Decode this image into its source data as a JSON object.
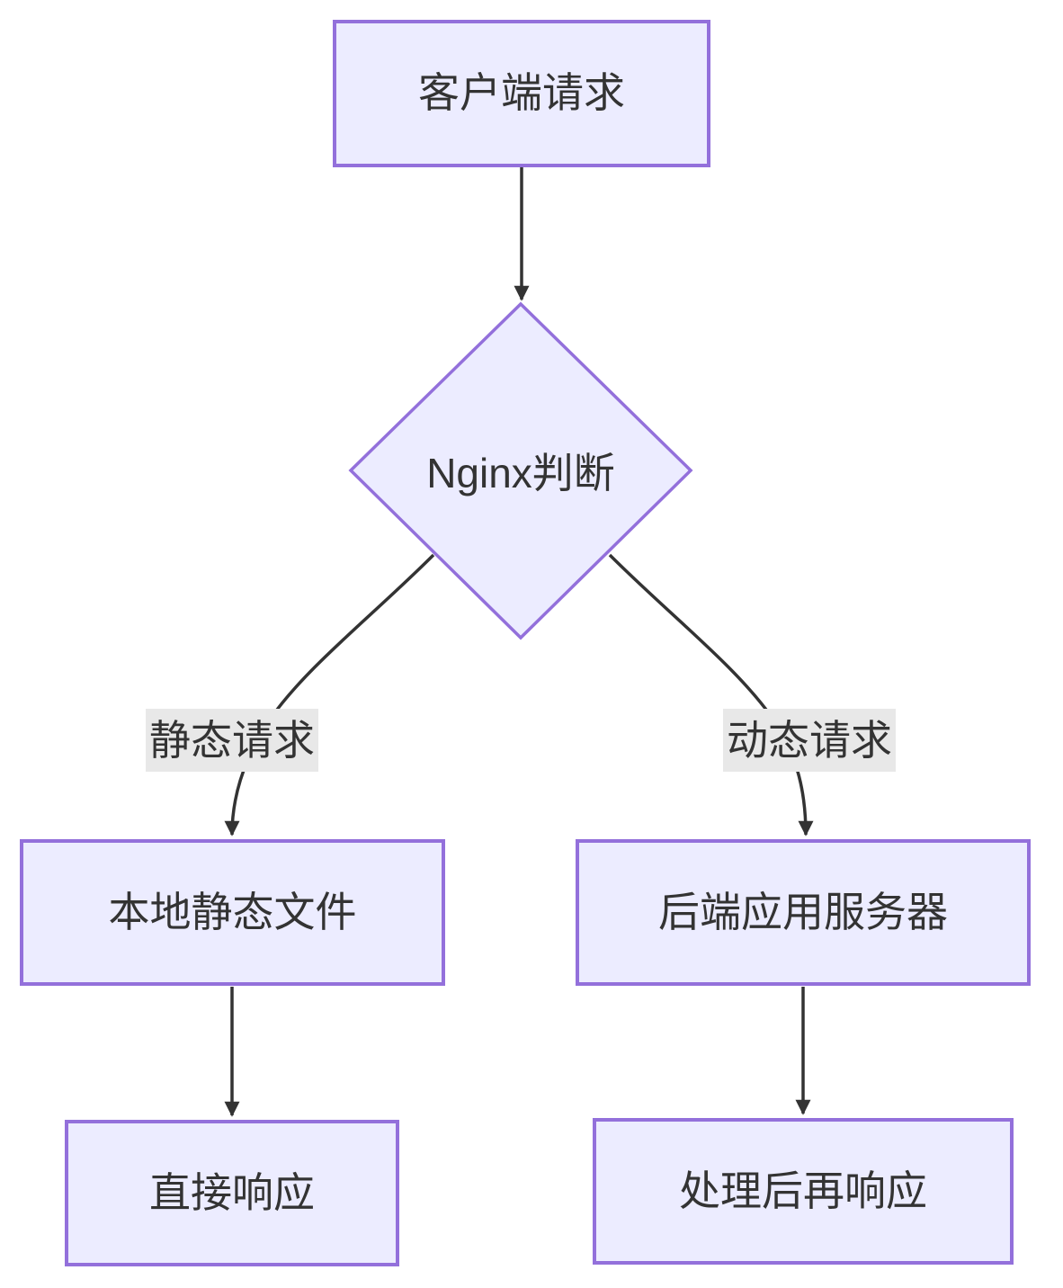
{
  "diagram": {
    "type": "flowchart",
    "direction": "top-down",
    "nodes": [
      {
        "id": "A",
        "shape": "rectangle",
        "label": "客户端请求"
      },
      {
        "id": "B",
        "shape": "diamond",
        "label": "Nginx判断"
      },
      {
        "id": "C",
        "shape": "rectangle",
        "label": "本地静态文件"
      },
      {
        "id": "D",
        "shape": "rectangle",
        "label": "后端应用服务器"
      },
      {
        "id": "E",
        "shape": "rectangle",
        "label": "直接响应"
      },
      {
        "id": "F",
        "shape": "rectangle",
        "label": "处理后再响应"
      }
    ],
    "edges": [
      {
        "from": "A",
        "to": "B",
        "label": ""
      },
      {
        "from": "B",
        "to": "C",
        "label": "静态请求"
      },
      {
        "from": "B",
        "to": "D",
        "label": "动态请求"
      },
      {
        "from": "C",
        "to": "E",
        "label": ""
      },
      {
        "from": "D",
        "to": "F",
        "label": ""
      }
    ],
    "colors": {
      "node_fill": "#ECECFF",
      "node_border": "#9370DB",
      "edge_line": "#333333",
      "text": "#333333",
      "edge_label_bg": "#e8e8e8",
      "background": "#ffffff"
    }
  }
}
